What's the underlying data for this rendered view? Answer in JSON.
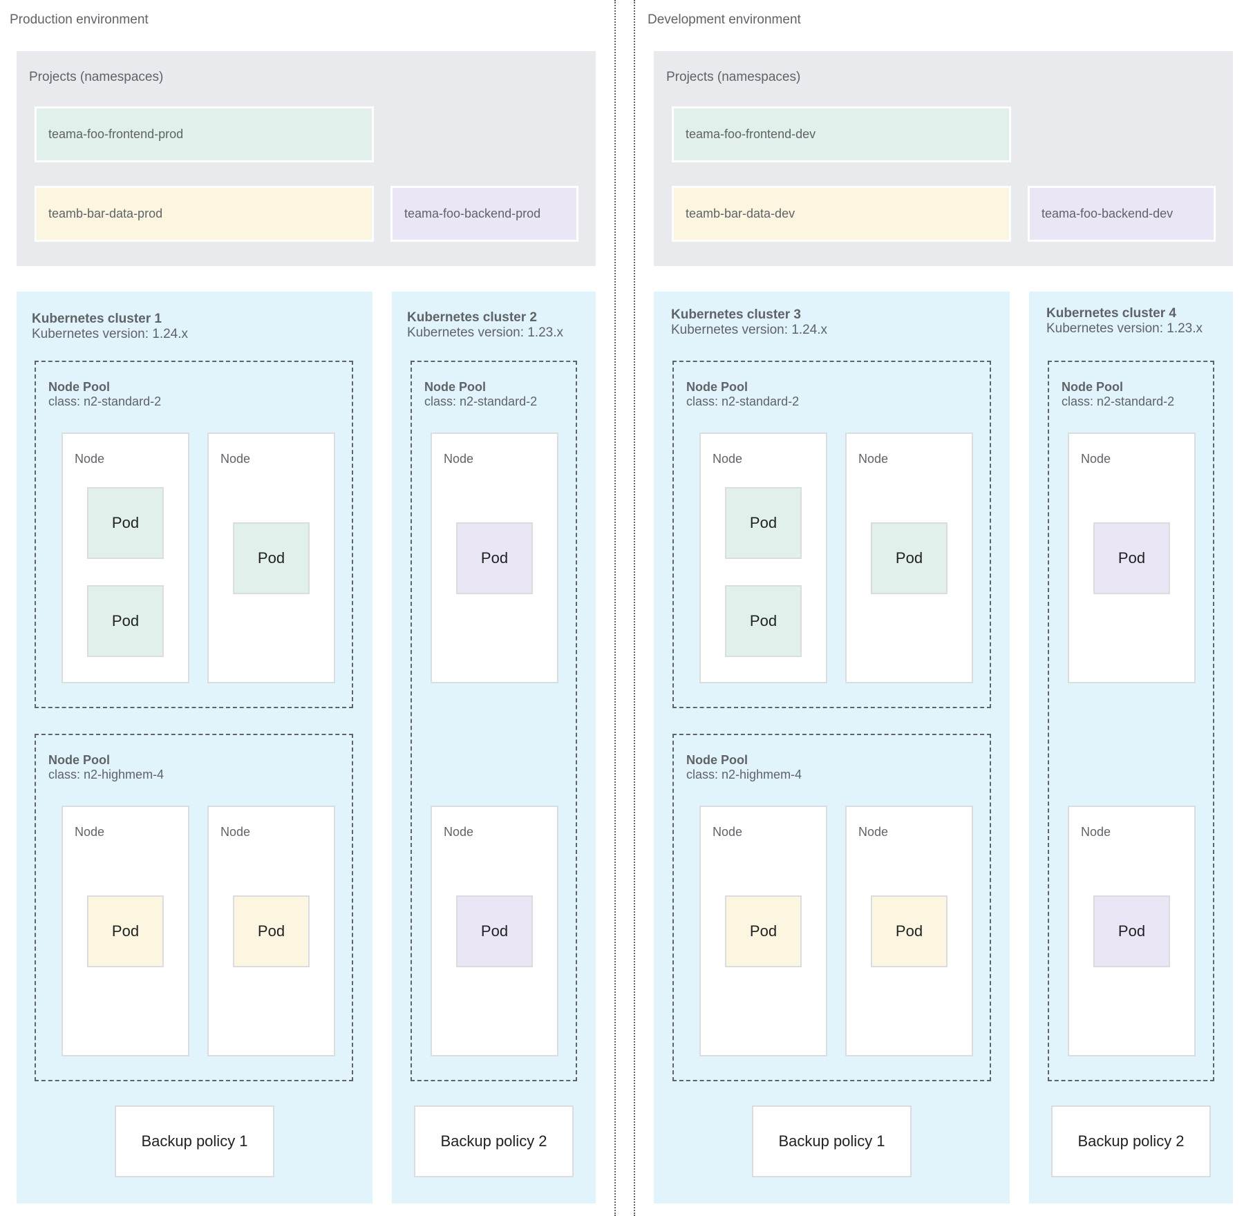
{
  "environments": {
    "prod": {
      "label": "Production environment",
      "projects_title": "Projects (namespaces)",
      "namespaces": [
        "teama-foo-frontend-prod",
        "teamb-bar-data-prod",
        "teama-foo-backend-prod"
      ],
      "clusters": [
        {
          "title": "Kubernetes cluster 1",
          "version": "Kubernetes version: 1.24.x",
          "backup": "Backup policy 1"
        },
        {
          "title": "Kubernetes cluster 2",
          "version": "Kubernetes version: 1.23.x",
          "backup": "Backup policy 2"
        }
      ]
    },
    "dev": {
      "label": "Development environment",
      "projects_title": "Projects (namespaces)",
      "namespaces": [
        "teama-foo-frontend-dev",
        "teamb-bar-data-dev",
        "teama-foo-backend-dev"
      ],
      "clusters": [
        {
          "title": "Kubernetes cluster 3",
          "version": "Kubernetes version: 1.24.x",
          "backup": "Backup policy 1"
        },
        {
          "title": "Kubernetes cluster 4",
          "version": "Kubernetes version: 1.23.x",
          "backup": "Backup policy 2"
        }
      ]
    }
  },
  "labels": {
    "node_pool": "Node Pool",
    "class_standard": "class: n2-standard-2",
    "class_highmem": "class: n2-highmem-4",
    "node": "Node",
    "pod": "Pod"
  },
  "colors": {
    "frontend": "#e1f0ea",
    "data": "#fcf6e1",
    "backend": "#ebe6f5",
    "cluster_bg": "#e1f3fb",
    "projects_bg": "#e8eaed"
  }
}
